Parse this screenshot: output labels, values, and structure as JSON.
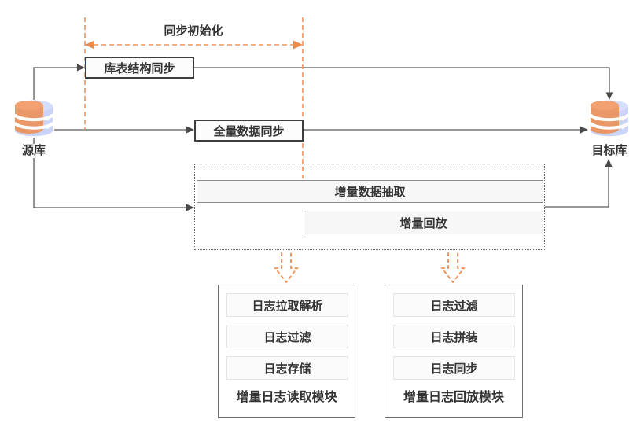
{
  "d": {
    "init_label": "同步初始化",
    "source_label": "源库",
    "target_label": "目标库",
    "schema_sync": "库表结构同步",
    "full_sync": "全量数据同步",
    "incr_extract": "增量数据抽取",
    "incr_replay": "增量回放",
    "module_read": {
      "label": "增量日志读取模块",
      "items": [
        "日志拉取解析",
        "日志过滤",
        "日志存储"
      ]
    },
    "module_replay": {
      "label": "增量日志回放模块",
      "items": [
        "日志过滤",
        "日志拼装",
        "日志同步"
      ]
    },
    "colors": {
      "accent_orange": "#F0935A",
      "arrow_orange": "#EC8B4B",
      "line_gray": "#5A5A5A",
      "text_dark": "#333333",
      "db_blue": "#C9D4F8",
      "db_orange": "#F08C4D"
    }
  }
}
